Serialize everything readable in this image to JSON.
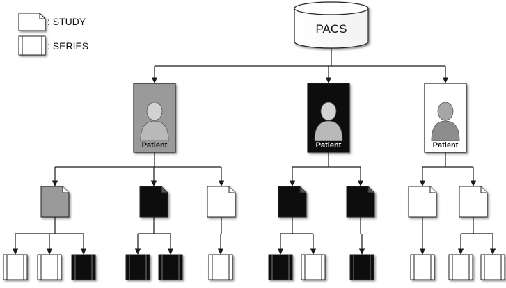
{
  "title": "",
  "pacs_label": "PACS",
  "legend": {
    "study_label": ": STUDY",
    "series_label": ": SERIES"
  },
  "colors": {
    "gray": "#9a9a9a",
    "black": "#0a0a0a",
    "white": "#ffffff"
  },
  "patients": [
    {
      "label": "Patient",
      "color": "gray",
      "studies": [
        {
          "color": "gray",
          "series": [
            "white",
            "white",
            "black"
          ]
        },
        {
          "color": "black",
          "series": [
            "black",
            "black"
          ]
        },
        {
          "color": "white",
          "series": [
            "white"
          ]
        }
      ]
    },
    {
      "label": "Patient",
      "color": "black",
      "studies": [
        {
          "color": "black",
          "series": [
            "black",
            "white"
          ]
        },
        {
          "color": "black",
          "series": [
            "black"
          ]
        }
      ]
    },
    {
      "label": "Patient",
      "color": "white",
      "studies": [
        {
          "color": "white",
          "series": [
            "white"
          ]
        },
        {
          "color": "white",
          "series": [
            "white",
            "white"
          ]
        }
      ]
    }
  ]
}
